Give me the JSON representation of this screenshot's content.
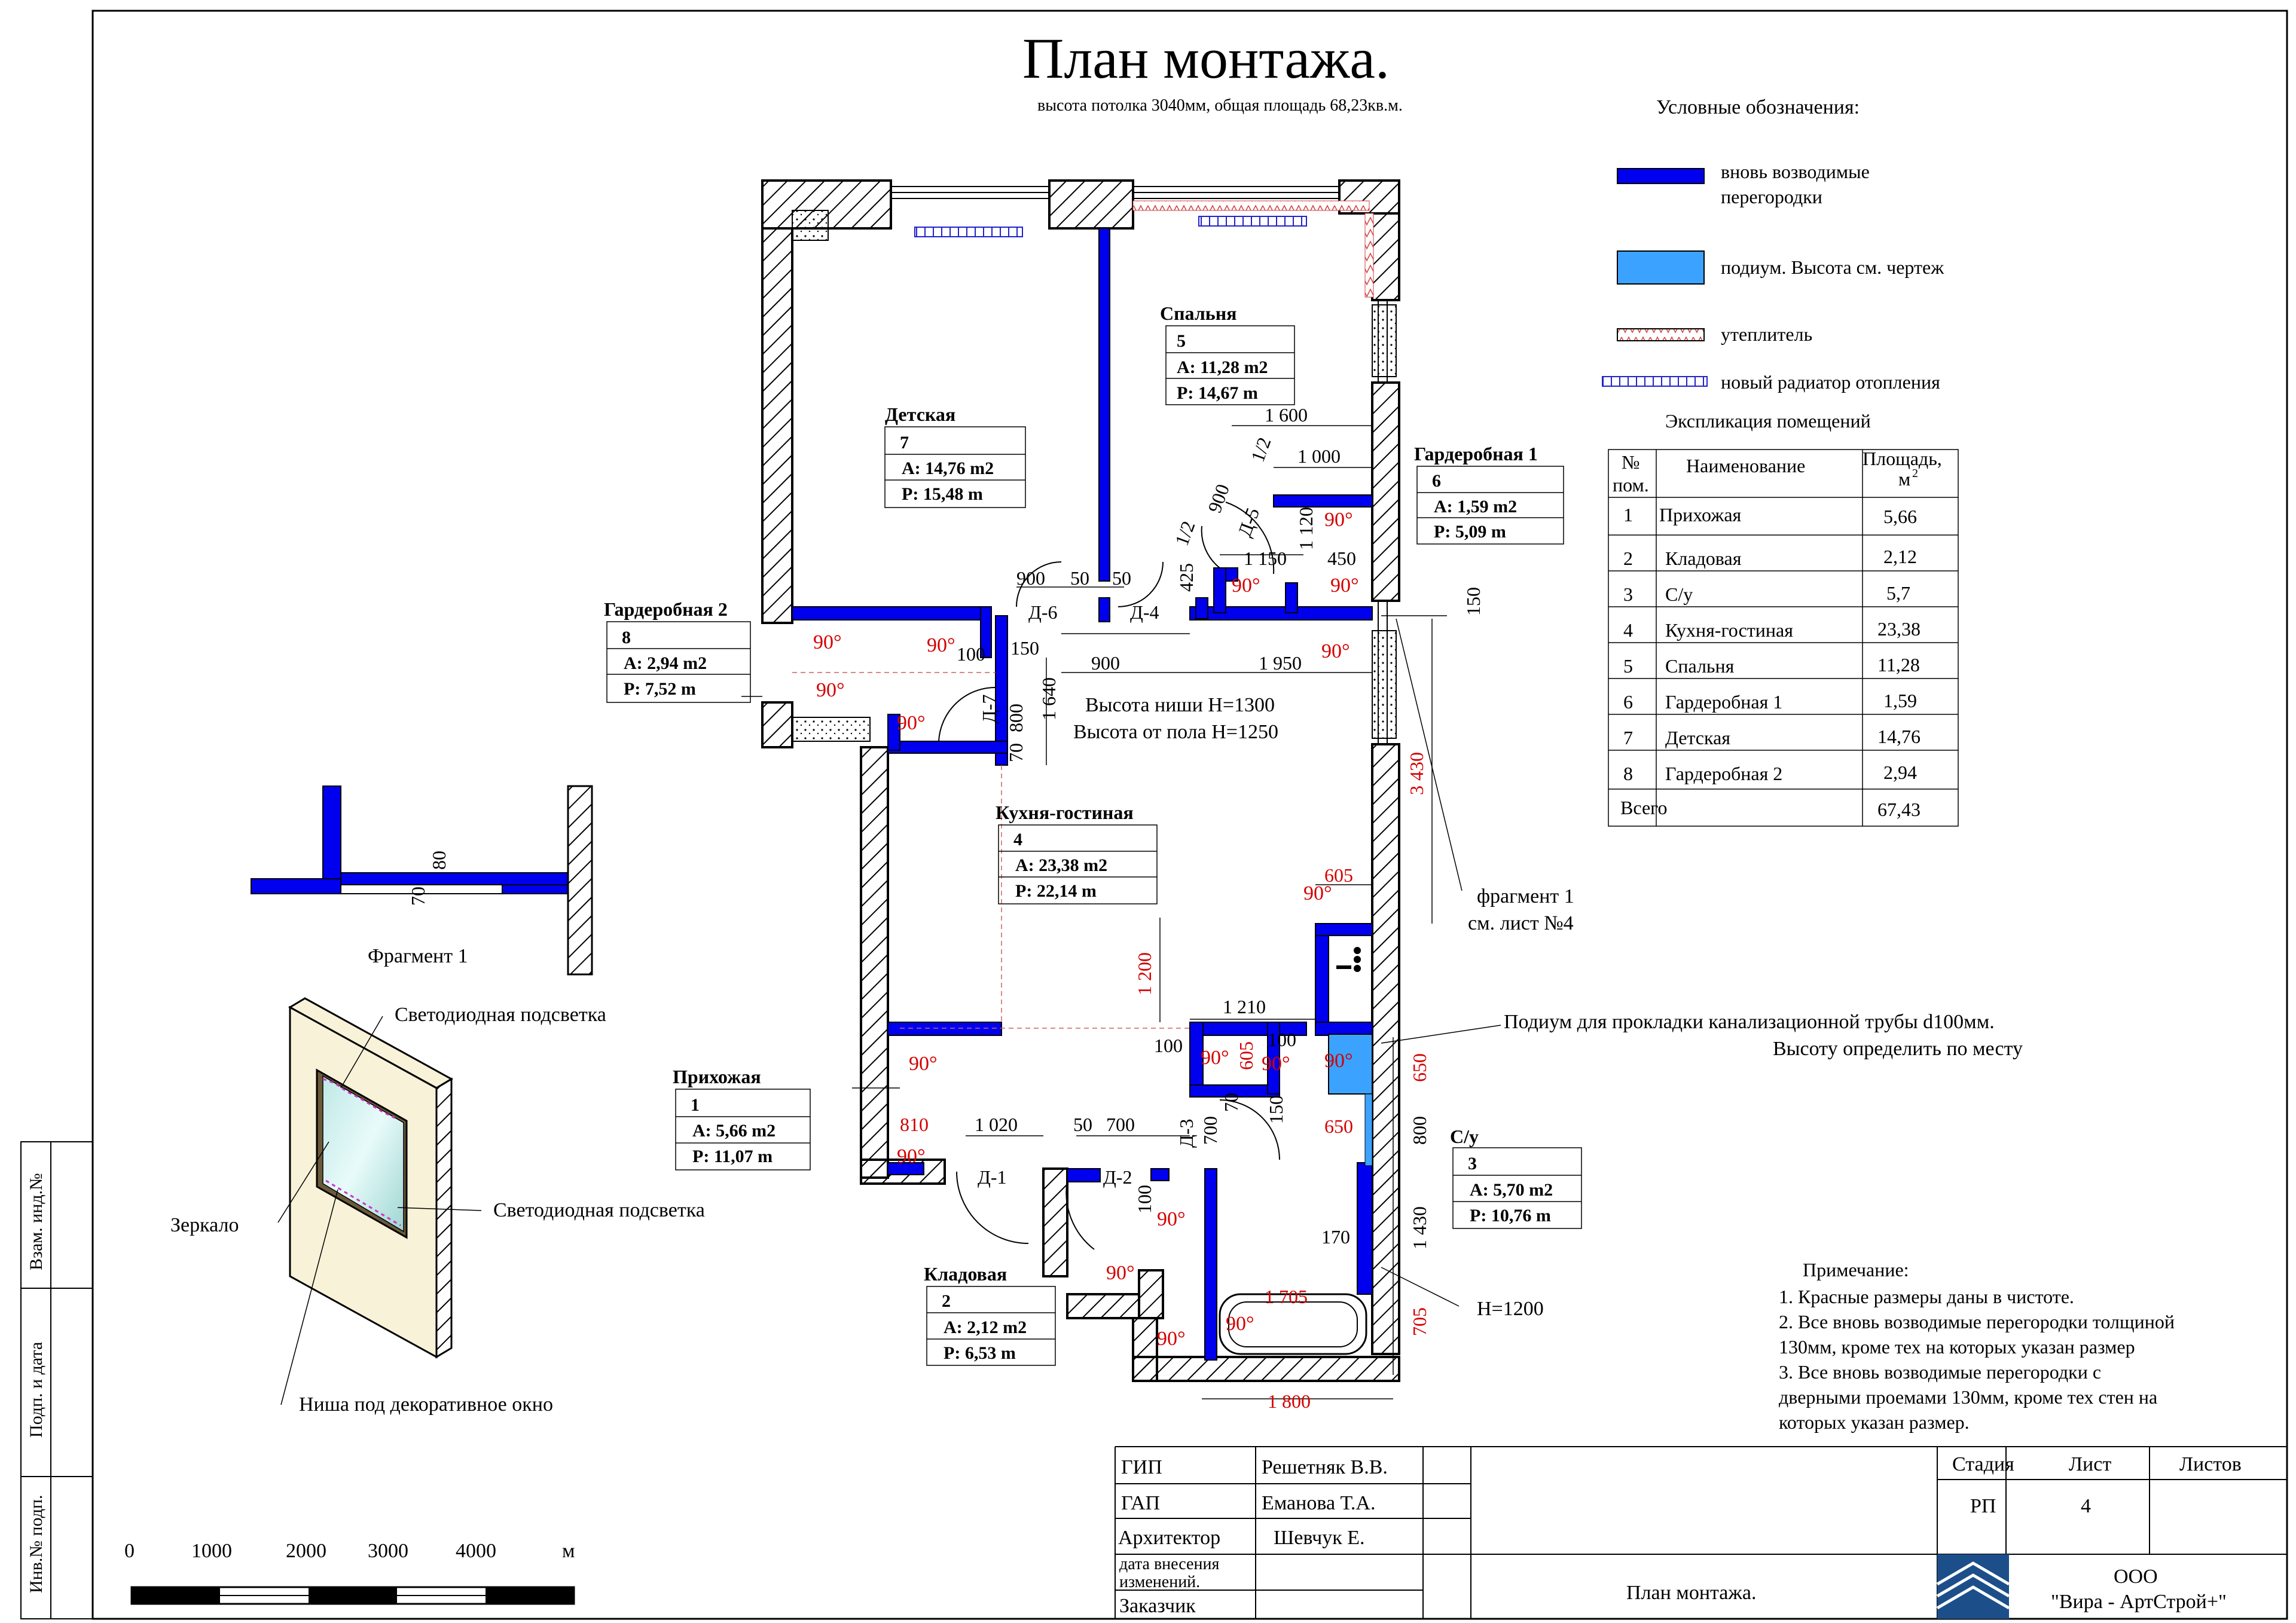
{
  "header": {
    "title": "План монтажа.",
    "subtitle": "высота потолка 3040мм, общая площадь 68,23кв.м."
  },
  "legend": {
    "title": "Условные обозначения:",
    "items": [
      {
        "label1": "вновь возводимые",
        "label2": "перегородки",
        "color": "#0000ee"
      },
      {
        "label1": "подиум. Высота см. чертеж",
        "label2": "",
        "color": "#3ba3ff"
      },
      {
        "label1": "утеплитель",
        "label2": "",
        "color": "#ffffff"
      },
      {
        "label1": "новый радиатор отопления",
        "label2": "",
        "color": "#ffffff"
      }
    ]
  },
  "explication": {
    "title": "Экспликация помещений",
    "headers": {
      "num1": "№",
      "num2": "пом.",
      "name": "Наименование",
      "area1": "Площадь,",
      "area2": "м",
      "area_sup": "2"
    },
    "rows": [
      {
        "n": "1",
        "name": "Прихожая",
        "area": "5,66"
      },
      {
        "n": "2",
        "name": "Кладовая",
        "area": "2,12"
      },
      {
        "n": "3",
        "name": "С/у",
        "area": "5,7"
      },
      {
        "n": "4",
        "name": "Кухня-гостиная",
        "area": "23,38"
      },
      {
        "n": "5",
        "name": "Спальня",
        "area": "11,28"
      },
      {
        "n": "6",
        "name": "Гардеробная 1",
        "area": "1,59"
      },
      {
        "n": "7",
        "name": "Детская",
        "area": "14,76"
      },
      {
        "n": "8",
        "name": "Гардеробная 2",
        "area": "2,94"
      }
    ],
    "total_label": "Всего",
    "total_value": "67,43"
  },
  "rooms": [
    {
      "name": "Спальня",
      "num": "5",
      "area": "A: 11,28 m2",
      "perim": "P: 14,67 m"
    },
    {
      "name": "Детская",
      "num": "7",
      "area": "A: 14,76 m2",
      "perim": "P: 15,48 m"
    },
    {
      "name": "Гардеробная 1",
      "num": "6",
      "area": "A: 1,59 m2",
      "perim": "P: 5,09 m"
    },
    {
      "name": "Гардеробная 2",
      "num": "8",
      "area": "A: 2,94 m2",
      "perim": "P: 7,52 m"
    },
    {
      "name": "Кухня-гостиная",
      "num": "4",
      "area": "A: 23,38 m2",
      "perim": "P: 22,14 m"
    },
    {
      "name": "Прихожая",
      "num": "1",
      "area": "A: 5,66 m2",
      "perim": "P: 11,07 m"
    },
    {
      "name": "С/у",
      "num": "3",
      "area": "A: 5,70 m2",
      "perim": "P: 10,76 m"
    },
    {
      "name": "Кладовая",
      "num": "2",
      "area": "A: 2,12 m2",
      "perim": "P: 6,53 m"
    }
  ],
  "dims": {
    "d1600": "1 600",
    "d1000": "1 000",
    "d900a": "900",
    "d1_2a": "1/2",
    "d1_2b": "1/2",
    "dd5": "Д-5",
    "d1120": "1 120",
    "d1150": "1 150",
    "d450": "450",
    "d425": "425",
    "d900b": "900",
    "d50a": "50",
    "d50b": "50",
    "dd6": "Д-6",
    "dd4": "Д-4",
    "d150a": "150",
    "d150b": "150",
    "d100a": "100",
    "d900c": "900",
    "d1950": "1 950",
    "d1640": "1 640",
    "d800": "800",
    "d70a": "70",
    "dd7": "Д-7",
    "d3430": "3 430",
    "d605a": "605",
    "d1200": "1 200",
    "d1210": "1 210",
    "d100b": "100",
    "d100c": "100",
    "d605b": "605",
    "d650a": "650",
    "d650b": "650",
    "d800b": "800",
    "d70b": "70",
    "d700a": "700",
    "dd3": "Д-3",
    "d150c": "150",
    "d1430": "1 430",
    "d170": "170",
    "d1705": "1 705",
    "d705": "705",
    "d1800": "1 800",
    "d810": "810",
    "d1020": "1 020",
    "d50c": "50",
    "d700b": "700",
    "dd1": "Д-1",
    "dd2": "Д-2",
    "d100d": "100",
    "frag70": "70",
    "frag80": "80"
  },
  "angle": "90°",
  "notes": {
    "niche1": "Высота ниши Н=1300",
    "niche2": "Высота от пола Н=1250",
    "frag1": "фрагмент 1",
    "frag2": "см. лист №4",
    "podium1": "Подиум для прокладки канализационной трубы d100мм.",
    "podium2": "Высоту определить по месту",
    "h1200": "Н=1200",
    "fragment_label": "Фрагмент 1",
    "led1": "Светодиодная подсветка",
    "led2": "Светодиодная подсветка",
    "mirror": "Зеркало",
    "niche_window": "Ниша под декоративное окно"
  },
  "remarks": {
    "title": "Примечание:",
    "lines": [
      "1. Красные размеры даны в чистоте.",
      "2. Все вновь возводимые перегородки толщиной",
      "130мм, кроме тех на которых указан размер",
      "3. Все вновь возводимые перегородки с",
      "дверными проемами 130мм, кроме тех стен на",
      "которых указан размер."
    ]
  },
  "scale_bar": {
    "ticks": [
      "0",
      "1000",
      "2000",
      "3000",
      "4000",
      "м"
    ]
  },
  "stamp": {
    "roles": [
      "ГИП",
      "ГАП",
      "Архитектор",
      "дата внесения",
      "изменений.",
      "Заказчик"
    ],
    "names": [
      "Решетняк В.В.",
      "Еманова Т.А.",
      "Шевчук Е."
    ],
    "sheet_title": "План монтажа.",
    "stage_h": "Стадия",
    "sheet_h": "Лист",
    "sheets_h": "Листов",
    "stage": "РП",
    "sheet": "4",
    "company1": "ООО",
    "company2": "\"Вира - АртСтрой+\""
  },
  "side_stamp": [
    "Взам. инд.№",
    "Подп. и дата",
    "Инв.№ подп."
  ]
}
